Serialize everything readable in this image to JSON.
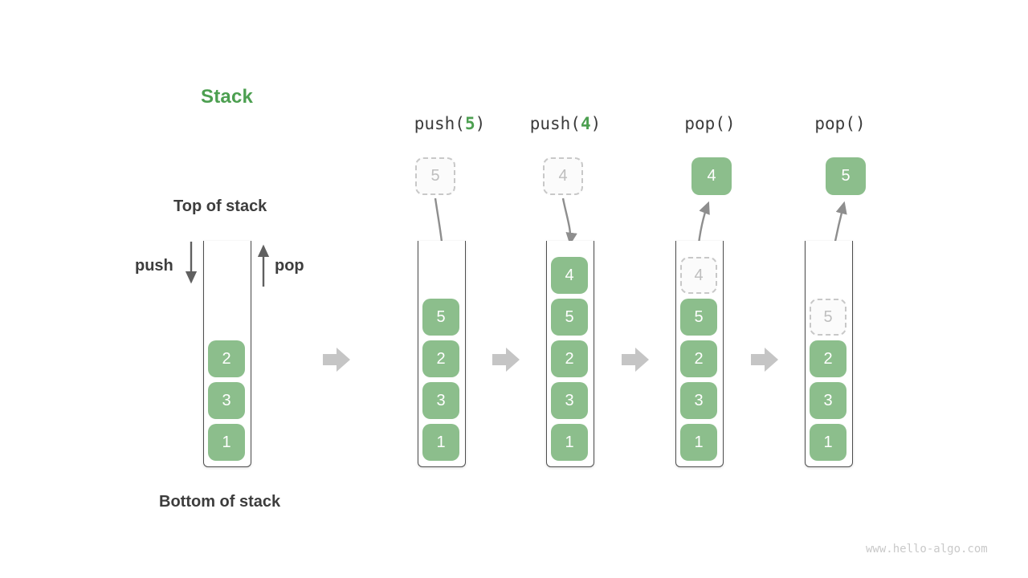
{
  "title": "Stack",
  "side_labels": {
    "top_of_stack": "Top of stack",
    "bottom_of_stack": "Bottom of stack",
    "push": "push",
    "pop": "pop"
  },
  "operations": [
    {
      "name": "push-5",
      "pre": "push(",
      "arg": "5",
      "post": ")"
    },
    {
      "name": "push-4",
      "pre": "push(",
      "arg": "4",
      "post": ")"
    },
    {
      "name": "pop-first",
      "pre": "pop()",
      "arg": "",
      "post": ""
    },
    {
      "name": "pop-second",
      "pre": "pop()",
      "arg": "",
      "post": ""
    }
  ],
  "stacks": [
    {
      "state": "initial",
      "cells": [
        {
          "v": "2",
          "type": "solid"
        },
        {
          "v": "3",
          "type": "solid"
        },
        {
          "v": "1",
          "type": "solid"
        }
      ]
    },
    {
      "state": "after-push-5",
      "cells": [
        {
          "v": "5",
          "type": "solid"
        },
        {
          "v": "2",
          "type": "solid"
        },
        {
          "v": "3",
          "type": "solid"
        },
        {
          "v": "1",
          "type": "solid"
        }
      ]
    },
    {
      "state": "after-push-4",
      "cells": [
        {
          "v": "4",
          "type": "solid"
        },
        {
          "v": "5",
          "type": "solid"
        },
        {
          "v": "2",
          "type": "solid"
        },
        {
          "v": "3",
          "type": "solid"
        },
        {
          "v": "1",
          "type": "solid"
        }
      ]
    },
    {
      "state": "after-pop-4",
      "cells": [
        {
          "v": "4",
          "type": "dashed"
        },
        {
          "v": "5",
          "type": "solid"
        },
        {
          "v": "2",
          "type": "solid"
        },
        {
          "v": "3",
          "type": "solid"
        },
        {
          "v": "1",
          "type": "solid"
        }
      ]
    },
    {
      "state": "after-pop-5",
      "cells": [
        {
          "v": "5",
          "type": "dashed"
        },
        {
          "v": "2",
          "type": "solid"
        },
        {
          "v": "3",
          "type": "solid"
        },
        {
          "v": "1",
          "type": "solid"
        }
      ]
    }
  ],
  "floating_boxes": [
    {
      "v": "5",
      "type": "dashed"
    },
    {
      "v": "4",
      "type": "dashed"
    },
    {
      "v": "4",
      "type": "solid"
    },
    {
      "v": "5",
      "type": "solid"
    }
  ],
  "watermark": "www.hello-algo.com",
  "colors": {
    "box_green": "#8CBE8C",
    "accent_green": "#4C9F50",
    "label_dark": "#3D3D3D",
    "dashed_border": "#C8C8C8",
    "block_arrow": "#C5C5C5",
    "curve_arrow": "#8E8E8E",
    "container_border": "#4E4E4E",
    "watermark_gray": "#C9C9C9"
  }
}
